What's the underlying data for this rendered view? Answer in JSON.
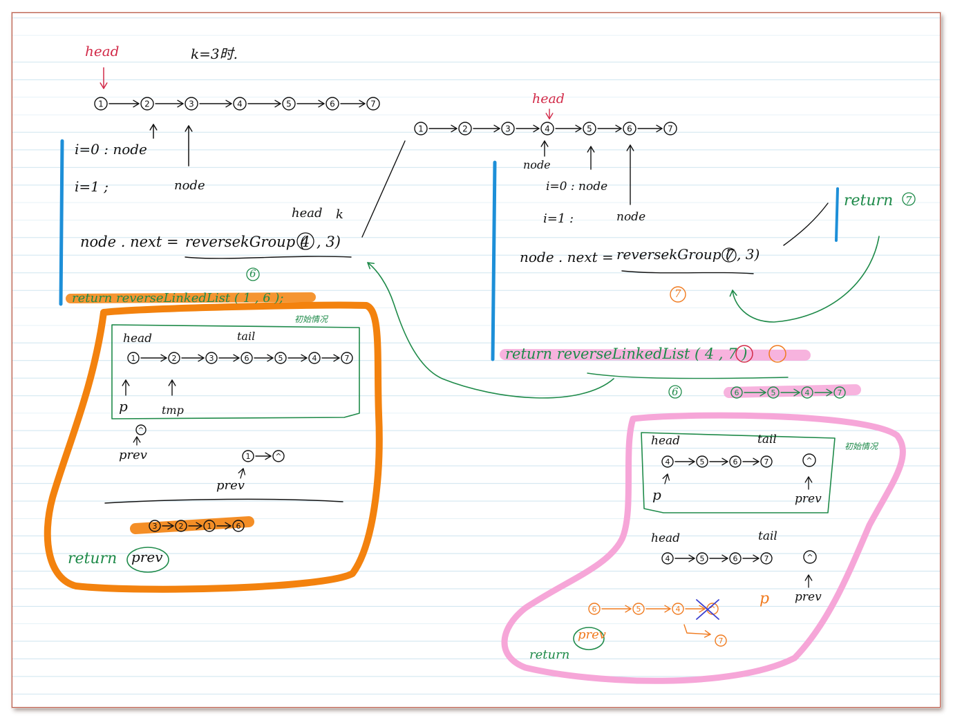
{
  "colors": {
    "ink": "#111111",
    "red": "#d22a48",
    "green": "#1e8a49",
    "orange": "#f07a1e",
    "blue": "#1d8fd8",
    "pink": "#f29ad2",
    "highlight_orange": "#f3820e",
    "highlight_pink": "#f6a6d8",
    "purple": "#3b3fd0"
  },
  "left": {
    "k_note": "k=3时.",
    "head_top": "head",
    "row_nodes": [
      "1",
      "2",
      "3",
      "4",
      "5",
      "6",
      "7"
    ],
    "i0": "i=0 : node",
    "i1": "i=1 ;",
    "i1_node": "node",
    "head_k_head": "head",
    "head_k_k": "k",
    "call_prefix": "node . next =",
    "call_fn": "reversekGroup ( ",
    "call_arg1": "4",
    "call_sep": ", 3)",
    "call_result": "6",
    "return_line": "return   reverseLinkedList ( 1 , 6 );",
    "box": {
      "title": "初始情况",
      "head": "head",
      "tail": "tail",
      "nodes": [
        "1",
        "2",
        "3",
        "6",
        "5",
        "4",
        "7"
      ],
      "p": "p",
      "tmp": "tmp",
      "null_label": "^",
      "prev": "prev",
      "prev_chain": [
        "1",
        "^"
      ],
      "prev2": "prev",
      "result_chain": [
        "3",
        "2",
        "1",
        "6"
      ],
      "return_label": "return",
      "return_value": "prev"
    }
  },
  "right": {
    "head_top": "head",
    "row_nodes": [
      "1",
      "2",
      "3",
      "4",
      "5",
      "6",
      "7"
    ],
    "node_label": "node",
    "i0": "i=0 : node",
    "i1": "i=1 :",
    "i1_node": "node",
    "call_prefix": "node . next =",
    "call_fn": "reversekGroup ( ",
    "call_arg1": "7",
    "call_sep": ", 3)",
    "call_result": "7",
    "return_side": "return",
    "return_side_value": "7",
    "return_line": "return     reverseLinkedList ( 4 , 7 )",
    "result_below": "6",
    "result_chain": [
      "6",
      "5",
      "4",
      "7"
    ],
    "box": {
      "title": "初始情况",
      "head": "head",
      "tail": "tail",
      "nodes": [
        "4",
        "5",
        "6",
        "7"
      ],
      "null_label": "^",
      "p": "p",
      "prev": "prev",
      "head2": "head",
      "tail2": "tail",
      "nodes2": [
        "4",
        "5",
        "6",
        "7"
      ],
      "null2": "^",
      "p2": "p",
      "prev2": "prev",
      "orange_chain": [
        "6",
        "5",
        "4",
        "^"
      ],
      "orange_extra": "7",
      "return_label": "return",
      "return_value": "prev"
    }
  }
}
